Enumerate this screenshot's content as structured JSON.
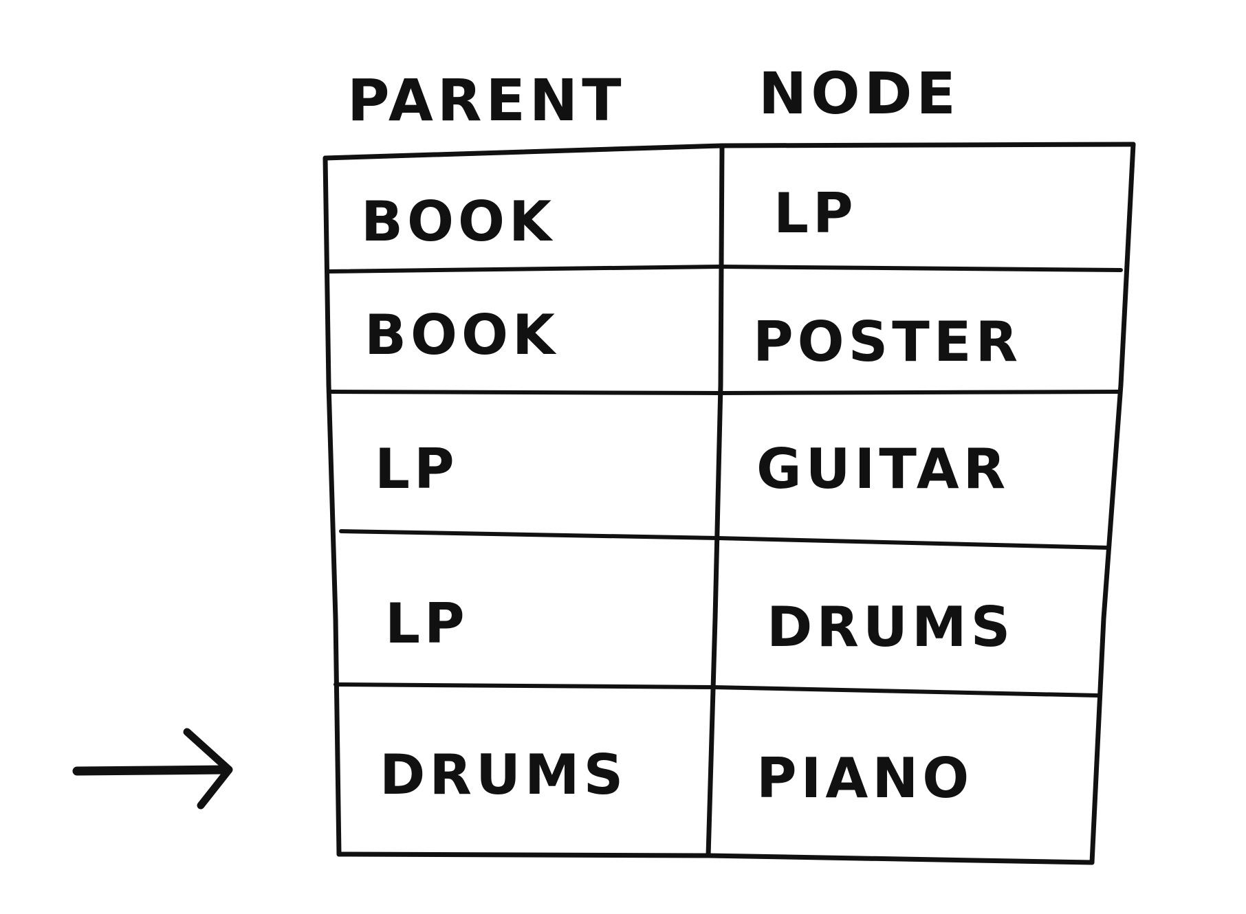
{
  "table": {
    "columns": [
      "PARENT",
      "NODE"
    ],
    "rows": [
      {
        "parent": "BOOK",
        "node": "LP"
      },
      {
        "parent": "BOOK",
        "node": "POSTER"
      },
      {
        "parent": "LP",
        "node": "GUITAR"
      },
      {
        "parent": "LP",
        "node": "DRUMS"
      },
      {
        "parent": "DRUMS",
        "node": "PIANO"
      }
    ],
    "highlighted_row": 4
  },
  "marker": {
    "icon": "right-arrow-icon",
    "points_to_row": 4
  },
  "colors": {
    "ink": "#111111",
    "background": "#ffffff"
  }
}
